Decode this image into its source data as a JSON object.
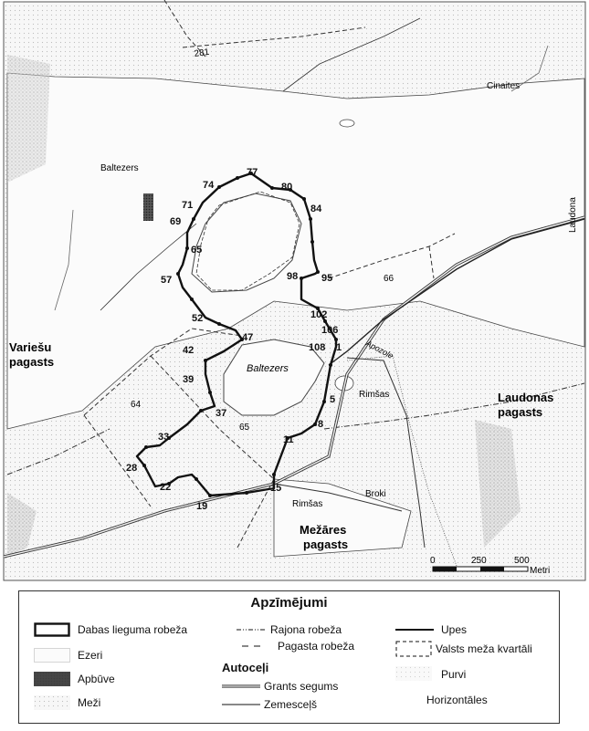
{
  "map": {
    "parishes": {
      "variesu": "Variešu pagasts",
      "laudonas": "Laudonas pagasts",
      "mezares": "Mežāres pagasts"
    },
    "places": {
      "baltezers_village": "Baltezers",
      "baltezers_lake": "Baltezers",
      "cinaites": "Cinaites",
      "laudona_river": "Laudona",
      "apozole": "Apozole",
      "rimsas_1": "Rimšas",
      "rimsas_2": "Rimšas",
      "broki": "Broki"
    },
    "forest_quarters": {
      "q281": "281",
      "q66": "66",
      "q64": "64",
      "q65": "65"
    },
    "boundary_points": {
      "p77": "77",
      "p80": "80",
      "p74": "74",
      "p71": "71",
      "p84": "84",
      "p69": "69",
      "p65": "65",
      "p57": "57",
      "p98": "98",
      "p95": "95",
      "p52": "52",
      "p102": "102",
      "p106": "106",
      "p47": "47",
      "p108": "108",
      "p1": "1",
      "p42": "42",
      "p39": "39",
      "p5": "5",
      "p37": "37",
      "p8": "8",
      "p33": "33",
      "p11": "11",
      "p28": "28",
      "p22": "22",
      "p19": "19",
      "p15": "15"
    },
    "scale": {
      "ticks": [
        "0",
        "250",
        "500"
      ],
      "unit": "Metri"
    }
  },
  "legend": {
    "title": "Apzīmējumi",
    "reserve_boundary": "Dabas lieguma robeža",
    "lakes": "Ezeri",
    "built_up": "Apbūve",
    "forests": "Meži",
    "district_boundary": "Rajona robeža",
    "parish_boundary": "Pagasta robeža",
    "roads_header": "Autoceļi",
    "gravel_road": "Grants segums",
    "dirt_road": "Zemesceļš",
    "rivers": "Upes",
    "forest_quarters": "Valsts meža kvartāli",
    "bogs": "Purvi",
    "contours": "Horizontāles"
  }
}
